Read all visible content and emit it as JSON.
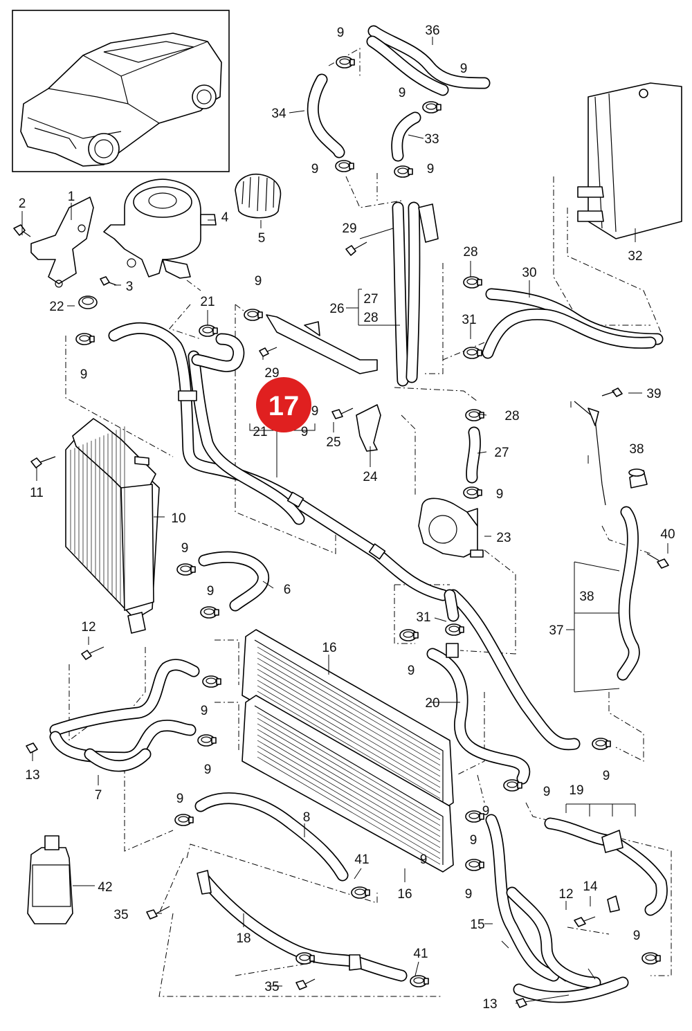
{
  "highlight": {
    "label": "17",
    "color": "#e02020",
    "sublabels": [
      "21",
      "9"
    ]
  },
  "callouts": [
    {
      "id": "c1",
      "text": "1"
    },
    {
      "id": "c2",
      "text": "2"
    },
    {
      "id": "c3",
      "text": "3"
    },
    {
      "id": "c4",
      "text": "4"
    },
    {
      "id": "c5",
      "text": "5"
    },
    {
      "id": "c6",
      "text": "6"
    },
    {
      "id": "c7",
      "text": "7"
    },
    {
      "id": "c8",
      "text": "8"
    },
    {
      "id": "c10",
      "text": "10"
    },
    {
      "id": "c11",
      "text": "11"
    },
    {
      "id": "c12a",
      "text": "12"
    },
    {
      "id": "c12b",
      "text": "12"
    },
    {
      "id": "c13a",
      "text": "13"
    },
    {
      "id": "c13b",
      "text": "13"
    },
    {
      "id": "c14",
      "text": "14"
    },
    {
      "id": "c15",
      "text": "15"
    },
    {
      "id": "c16a",
      "text": "16"
    },
    {
      "id": "c16b",
      "text": "16"
    },
    {
      "id": "c18",
      "text": "18"
    },
    {
      "id": "c19",
      "text": "19"
    },
    {
      "id": "c20",
      "text": "20"
    },
    {
      "id": "c21",
      "text": "21"
    },
    {
      "id": "c22",
      "text": "22"
    },
    {
      "id": "c23",
      "text": "23"
    },
    {
      "id": "c24",
      "text": "24"
    },
    {
      "id": "c25",
      "text": "25"
    },
    {
      "id": "c26",
      "text": "26"
    },
    {
      "id": "c27a",
      "text": "27"
    },
    {
      "id": "c27b",
      "text": "27"
    },
    {
      "id": "c28a",
      "text": "28"
    },
    {
      "id": "c28b",
      "text": "28"
    },
    {
      "id": "c28c",
      "text": "28"
    },
    {
      "id": "c29a",
      "text": "29"
    },
    {
      "id": "c29b",
      "text": "29"
    },
    {
      "id": "c30",
      "text": "30"
    },
    {
      "id": "c31a",
      "text": "31"
    },
    {
      "id": "c31b",
      "text": "31"
    },
    {
      "id": "c32",
      "text": "32"
    },
    {
      "id": "c33",
      "text": "33"
    },
    {
      "id": "c34",
      "text": "34"
    },
    {
      "id": "c35a",
      "text": "35"
    },
    {
      "id": "c35b",
      "text": "35"
    },
    {
      "id": "c36",
      "text": "36"
    },
    {
      "id": "c37",
      "text": "37"
    },
    {
      "id": "c38a",
      "text": "38"
    },
    {
      "id": "c38b",
      "text": "38"
    },
    {
      "id": "c39",
      "text": "39"
    },
    {
      "id": "c40",
      "text": "40"
    },
    {
      "id": "c41a",
      "text": "41"
    },
    {
      "id": "c41b",
      "text": "41"
    },
    {
      "id": "c42",
      "text": "42"
    },
    {
      "id": "c9a",
      "text": "9"
    },
    {
      "id": "c9b",
      "text": "9"
    },
    {
      "id": "c9c",
      "text": "9"
    },
    {
      "id": "c9d",
      "text": "9"
    },
    {
      "id": "c9e",
      "text": "9"
    },
    {
      "id": "c9f",
      "text": "9"
    },
    {
      "id": "c9g",
      "text": "9"
    },
    {
      "id": "c9h",
      "text": "9"
    },
    {
      "id": "c9i",
      "text": "9"
    },
    {
      "id": "c9j",
      "text": "9"
    },
    {
      "id": "c9k",
      "text": "9"
    },
    {
      "id": "c9l",
      "text": "9"
    },
    {
      "id": "c9m",
      "text": "9"
    },
    {
      "id": "c9n",
      "text": "9"
    },
    {
      "id": "c9o",
      "text": "9"
    },
    {
      "id": "c9p",
      "text": "9"
    },
    {
      "id": "c9q",
      "text": "9"
    },
    {
      "id": "c9r",
      "text": "9"
    },
    {
      "id": "c9s",
      "text": "9"
    },
    {
      "id": "c9t",
      "text": "9"
    },
    {
      "id": "c9u",
      "text": "9"
    },
    {
      "id": "c9v",
      "text": "9"
    }
  ]
}
